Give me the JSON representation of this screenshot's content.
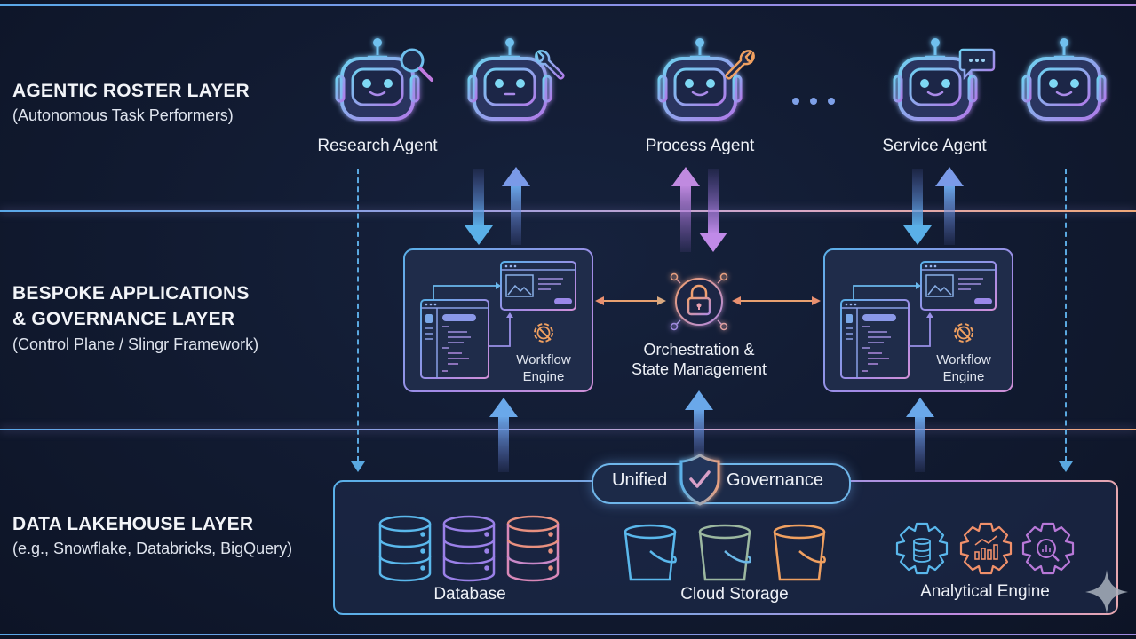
{
  "layers": [
    {
      "title": "AGENTIC ROSTER LAYER",
      "subtitle": "(Autonomous Task Performers)"
    },
    {
      "title_line1": "BESPOKE APPLICATIONS",
      "title_line2": "& GOVERNANCE LAYER",
      "subtitle": "(Control Plane / Slingr Framework)"
    },
    {
      "title": "DATA LAKEHOUSE LAYER",
      "subtitle": "(e.g., Snowflake, Databricks, BigQuery)"
    }
  ],
  "agents": [
    {
      "label": "Research Agent",
      "badge": "magnifier-icon"
    },
    {
      "label": "",
      "badge": "wrench-icon"
    },
    {
      "label": "Process Agent",
      "badge": "wrench-icon"
    },
    {
      "label": "Service Agent",
      "badge": "chat-bubble-icon"
    },
    {
      "label": "",
      "badge": "none"
    }
  ],
  "ellipsis": "…",
  "apps": {
    "left": {
      "label_line1": "Workflow",
      "label_line2": "Engine"
    },
    "right": {
      "label_line1": "Workflow",
      "label_line2": "Engine"
    },
    "center": {
      "label_line1": "Orchestration &",
      "label_line2": "State Management",
      "icon": "lock-icon"
    }
  },
  "lakehouse": {
    "governance_left": "Unified",
    "governance_right": "Governance",
    "governance_icon": "shield-check-icon",
    "groups": [
      {
        "label": "Database",
        "icon": "database-icon",
        "count": 3
      },
      {
        "label": "Cloud Storage",
        "icon": "bucket-icon",
        "count": 3
      },
      {
        "label": "Analytical Engine",
        "icon": "gear-icon",
        "count": 3
      }
    ]
  },
  "colors": {
    "background": "#111a30",
    "blue": "#5ab0e8",
    "purple": "#a38ae6",
    "orange": "#f0a070",
    "sage": "#9cb8a0"
  }
}
